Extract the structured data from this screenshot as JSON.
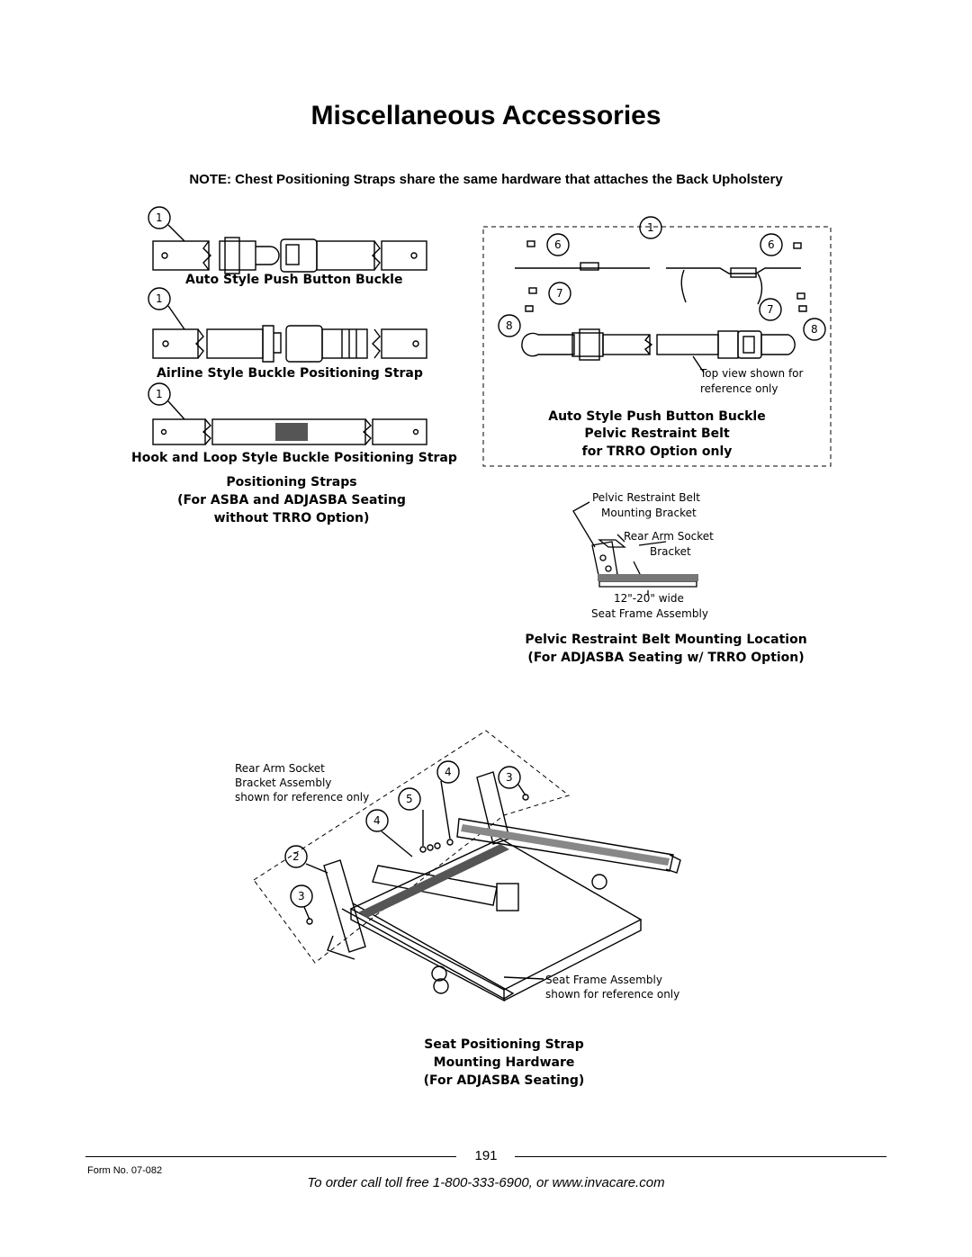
{
  "page": {
    "title": "Miscellaneous Accessories",
    "note": "NOTE: Chest Positioning Straps share the same hardware that attaches the Back Upholstery",
    "page_number": "191",
    "form_no": "Form No.  07-082",
    "order_line": "To order call toll free 1-800-333-6900, or www.invacare.com"
  },
  "left_figure": {
    "item_numbers": [
      "1",
      "1",
      "1"
    ],
    "strap1_label": "Auto Style Push Button Buckle",
    "strap2_label": "Airline Style Buckle Positioning Strap",
    "strap3_label": "Hook and Loop Style Buckle Positioning Strap",
    "caption": [
      "Positioning Straps",
      "(For ASBA and ADJASBA Seating",
      "without TRRO Option)"
    ]
  },
  "right_figure": {
    "callouts": [
      "1",
      "6",
      "6",
      "7",
      "7",
      "8",
      "8"
    ],
    "note": [
      "Top view shown for",
      "reference only"
    ],
    "caption": [
      "Auto Style Push Button Buckle",
      "Pelvic Restraint Belt",
      "for TRRO Option only"
    ]
  },
  "bracket_figure": {
    "labels": [
      "Pelvic Restraint Belt",
      "Mounting Bracket",
      "Rear Arm Socket",
      "Bracket",
      "12\"-20\" wide",
      "Seat Frame Assembly"
    ],
    "caption": [
      "Pelvic Restraint Belt Mounting Location",
      "(For ADJASBA Seating w/ TRRO Option)"
    ]
  },
  "seat_figure": {
    "labels": [
      "Rear Arm Socket",
      "Bracket Assembly",
      "shown for reference only",
      "Seat Frame Assembly",
      "shown for reference only"
    ],
    "callouts": [
      "2",
      "3",
      "4",
      "4",
      "5",
      "3"
    ],
    "caption": [
      "Seat Positioning Strap",
      "Mounting Hardware",
      "(For ADJASBA Seating)"
    ]
  }
}
